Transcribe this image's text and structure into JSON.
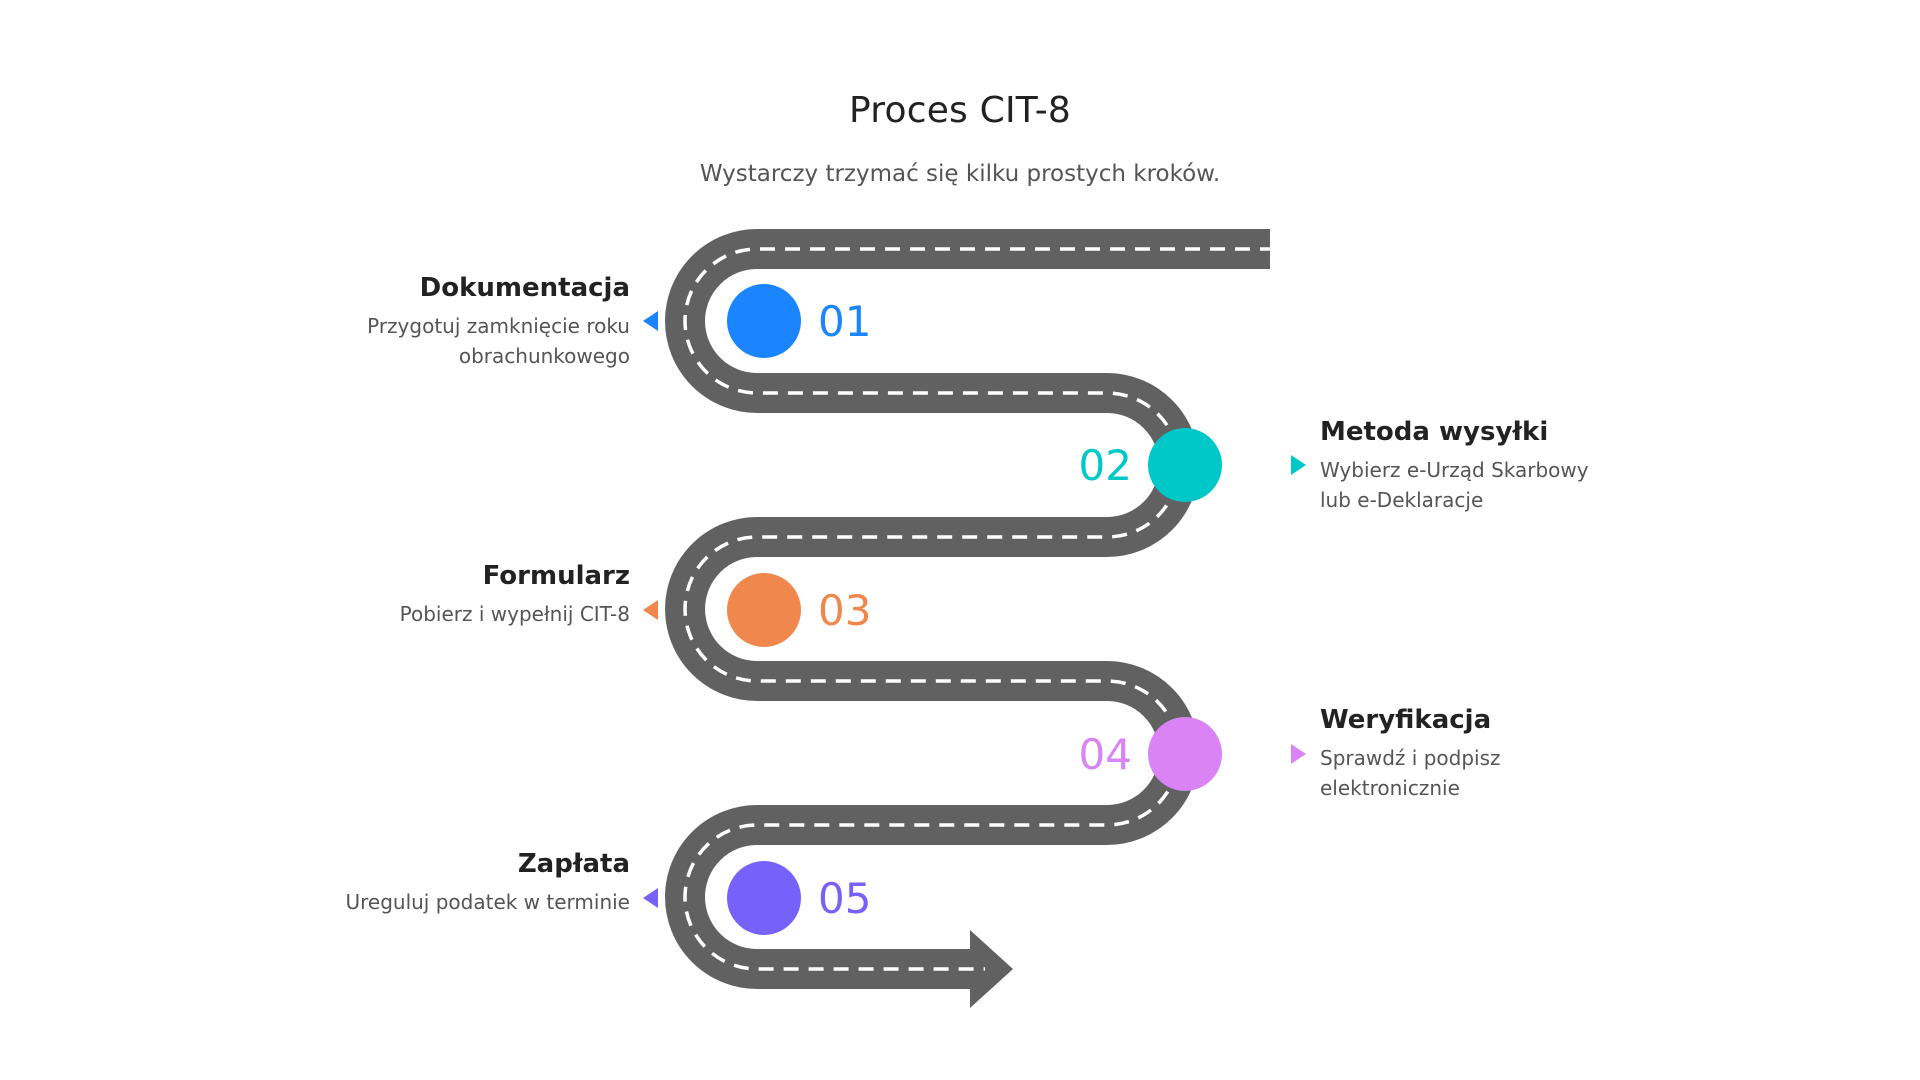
{
  "title": "Proces CIT-8",
  "subtitle": "Wystarczy trzymać się kilku prostych kroków.",
  "colors": {
    "road": "#616161",
    "road_line": "#ffffff"
  },
  "steps": [
    {
      "number": "01",
      "title": "Dokumentacja",
      "desc_line1": "Przygotuj zamknięcie roku",
      "desc_line2": "obrachunkowego",
      "color": "#1a85ff"
    },
    {
      "number": "02",
      "title": "Metoda wysyłki",
      "desc_line1": "Wybierz e-Urząd Skarbowy",
      "desc_line2": "lub e-Deklaracje",
      "color": "#00c8c8"
    },
    {
      "number": "03",
      "title": "Formularz",
      "desc_line1": "Pobierz i wypełnij CIT-8",
      "desc_line2": "",
      "color": "#f0884e"
    },
    {
      "number": "04",
      "title": "Weryfikacja",
      "desc_line1": "Sprawdź i podpisz",
      "desc_line2": "elektronicznie",
      "color": "#d983f5"
    },
    {
      "number": "05",
      "title": "Zapłata",
      "desc_line1": "Ureguluj podatek w terminie",
      "desc_line2": "",
      "color": "#7662fa"
    }
  ]
}
